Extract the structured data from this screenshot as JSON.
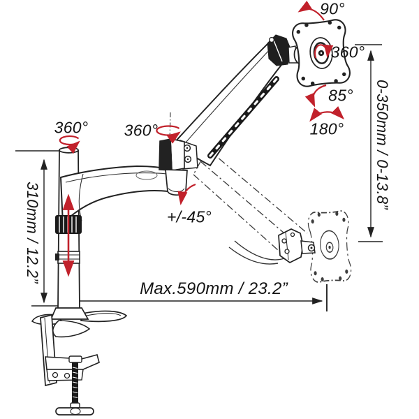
{
  "colors": {
    "line": "#222222",
    "phantom": "#3d3d3d",
    "accent_red": "#c1212b",
    "background": "#ffffff"
  },
  "annotations": {
    "vesa_rotate": "90°",
    "vesa_swivel": "360°",
    "vesa_tilt": "85°",
    "vesa_span": "180°",
    "pole_swivel": "360°",
    "arm_swivel": "360°",
    "arm_tilt": "+/-45°",
    "height_range": "0-350mm / 0-13.8”",
    "pole_height": "310mm / 12.2”",
    "max_reach": "Max.590mm / 23.2”"
  }
}
